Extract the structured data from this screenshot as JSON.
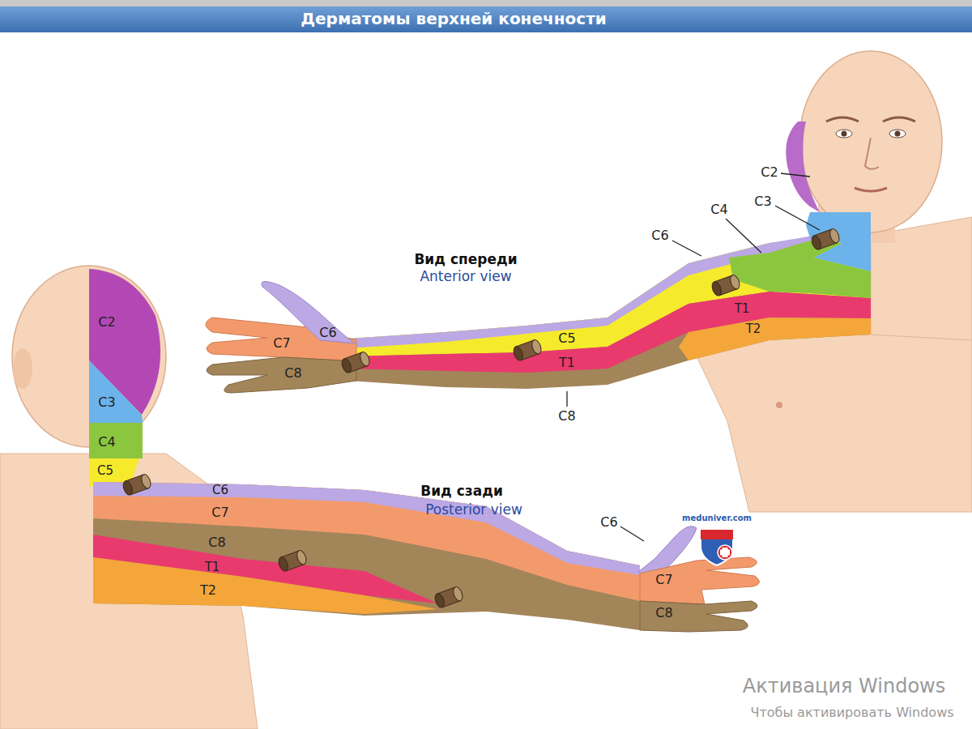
{
  "diagram": {
    "title": "Дерматомы верхней конечности",
    "labels": [
      "C2",
      "C3",
      "C4",
      "C6",
      "C5",
      "C6",
      "C7",
      "C8",
      "T1",
      "T2",
      "T1",
      "C8",
      "C2",
      "C3",
      "C4",
      "C5",
      "C6",
      "C7",
      "C8",
      "T1",
      "T2",
      "C6",
      "C7",
      "C8",
      "meduniver.com",
      "Вид спереди",
      "Anterior view",
      "Вид сзади",
      "Posterior view",
      "Активация Windows",
      "Чтобы активировать Windows"
    ]
  }
}
